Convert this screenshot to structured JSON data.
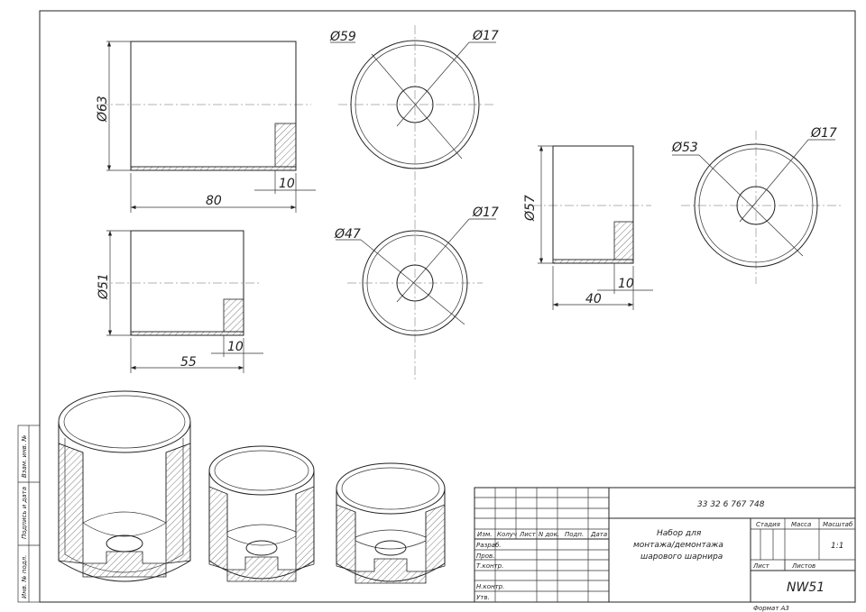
{
  "dimensions": {
    "diam_59": "Ø59",
    "diam_17_a": "Ø17",
    "diam_63": "Ø63",
    "len_80": "80",
    "len_10_a": "10",
    "diam_47": "Ø47",
    "diam_17_b": "Ø17",
    "diam_51": "Ø51",
    "len_55": "55",
    "len_10_b": "10",
    "diam_53": "Ø53",
    "diam_17_c": "Ø17",
    "diam_57": "Ø57",
    "len_40": "40",
    "len_10_c": "10"
  },
  "side_margin": {
    "zone1": "Взам. инв. №",
    "zone2": "Подпись и дата",
    "zone3": "Инв. № подл."
  },
  "title_block": {
    "doc_number": "33 32 6 767 748",
    "title_line1": "Набор для",
    "title_line2": "монтажа/демонтажа",
    "title_line3": "шарового шарнира",
    "col_izm": "Изм.",
    "col_koluch": "Колуч",
    "col_list": "Лист",
    "col_ndok": "N док.",
    "col_podp": "Подп.",
    "col_data": "Дата",
    "row_razrab": "Разраб.",
    "row_prov": "Пров.",
    "row_tkontr": "Т.контр.",
    "row_nkontr": "Н.контр.",
    "row_utv": "Утв.",
    "stadia": "Стадия",
    "massa": "Масса",
    "masshtab": "Масштаб",
    "scale_value": "1:1",
    "list": "Лист",
    "listov": "Листов",
    "code": "NW51",
    "format": "Формат А3"
  }
}
